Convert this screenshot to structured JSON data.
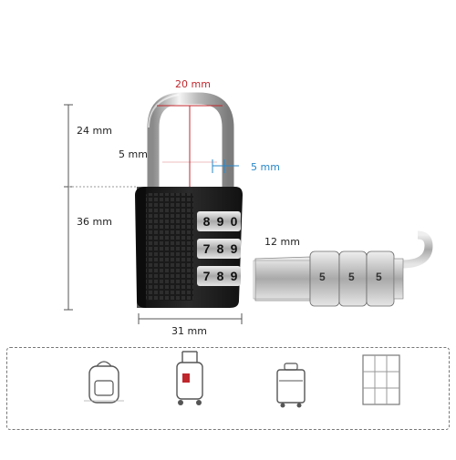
{
  "dimensions": {
    "shackle_width": "20 mm",
    "shackle_height": "24 mm",
    "shackle_inner": "5 mm",
    "shackle_thickness": "5 mm",
    "body_height": "36 mm",
    "body_width": "31 mm",
    "dial_width": "12 mm"
  },
  "dials": {
    "row1": [
      "8",
      "9",
      "0"
    ],
    "row2": [
      "7",
      "8",
      "9"
    ],
    "row3": [
      "7",
      "8",
      "9"
    ]
  },
  "side_dials": [
    "5",
    "5",
    "5"
  ],
  "colors": {
    "lock_body": "#1e1e1e",
    "chrome": "#c9c9c9",
    "red_dimension": "#c0272d",
    "blue_dimension": "#2a87c8"
  },
  "uses": {
    "icons": [
      "backpack-icon",
      "rolling-bag-icon",
      "suitcase-icon",
      "locker-icon"
    ]
  }
}
